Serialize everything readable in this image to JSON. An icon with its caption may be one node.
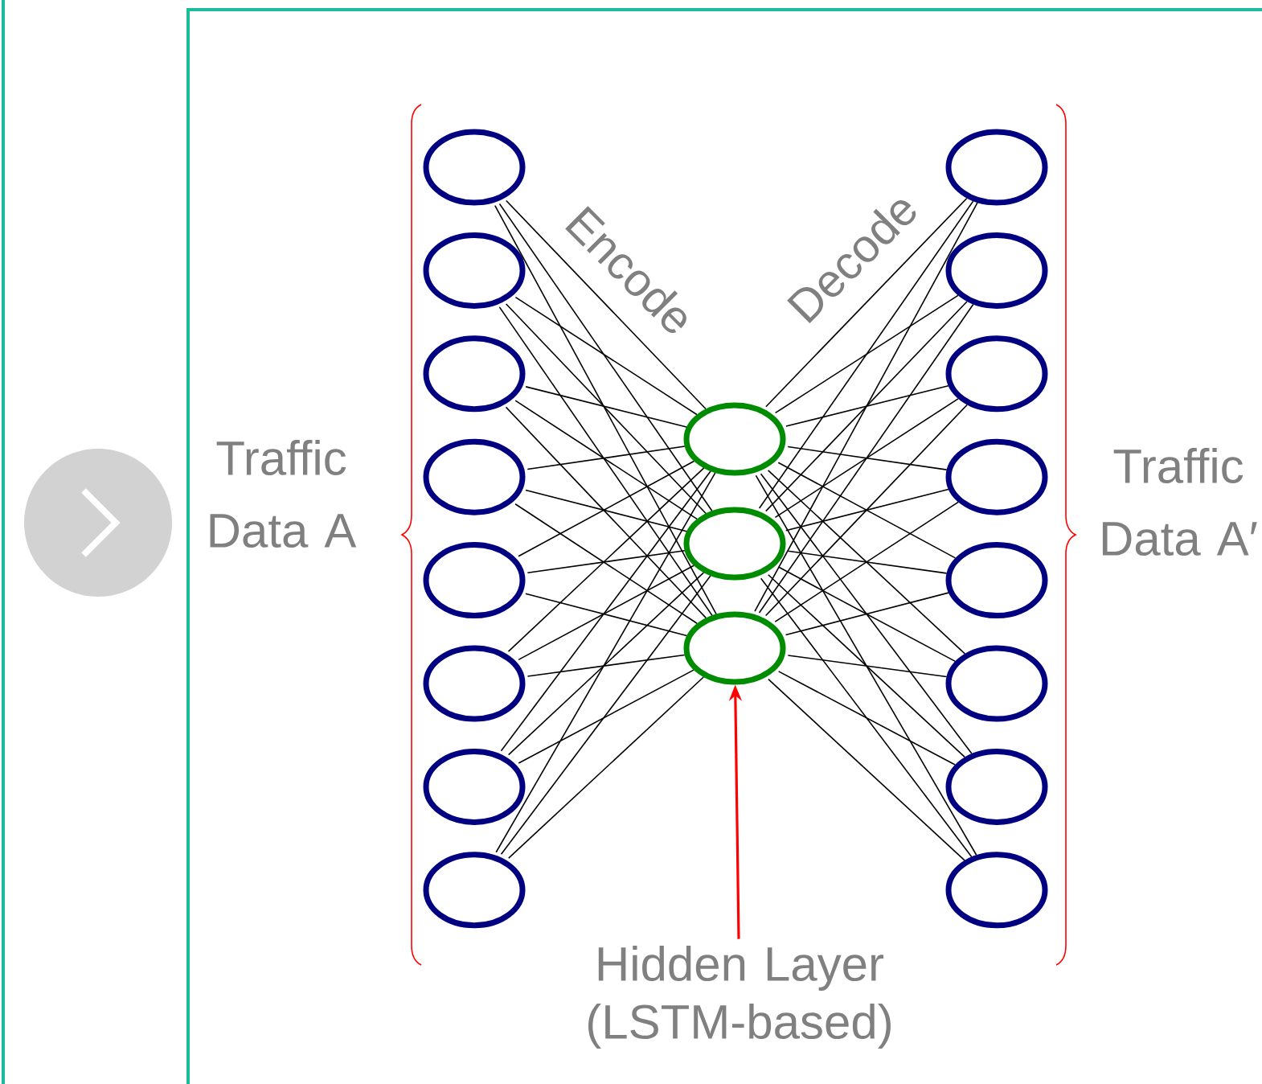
{
  "diagram": {
    "nodes": [
      {
        "text": [],
        "shape": "circle"
      },
      {
        "text": [],
        "shape": "circle"
      },
      {
        "text": [],
        "shape": "circle"
      },
      {
        "text": [],
        "shape": "circle"
      },
      {
        "text": [],
        "shape": "circle"
      },
      {
        "text": [],
        "shape": "circle"
      },
      {
        "text": [],
        "shape": "circle"
      },
      {
        "text": [],
        "shape": "circle"
      },
      {
        "text": [],
        "shape": "circle"
      },
      {
        "text": [],
        "shape": "circle"
      },
      {
        "text": [],
        "shape": "circle"
      },
      {
        "text": [],
        "shape": "circle"
      },
      {
        "text": [],
        "shape": "circle"
      },
      {
        "text": [],
        "shape": "circle"
      },
      {
        "text": [],
        "shape": "circle"
      },
      {
        "text": [],
        "shape": "circle"
      },
      {
        "text": [],
        "shape": "circle"
      },
      {
        "text": [],
        "shape": "circle"
      },
      {
        "text": [],
        "shape": "circle"
      },
      {
        "text": [
          "Hidden Layer (LSTM-based)"
        ]
      }
    ],
    "edges": [
      {
        "from": 0,
        "to": 8,
        "arrow": "none"
      },
      {
        "from": 0,
        "to": 9,
        "arrow": "none"
      },
      {
        "from": 0,
        "to": 10,
        "arrow": "none"
      },
      {
        "from": 1,
        "to": 8,
        "arrow": "none"
      },
      {
        "from": 1,
        "to": 9,
        "arrow": "none"
      },
      {
        "from": 1,
        "to": 10,
        "arrow": "none"
      },
      {
        "from": 2,
        "to": 8,
        "arrow": "none"
      },
      {
        "from": 2,
        "to": 9,
        "arrow": "none"
      },
      {
        "from": 2,
        "to": 10,
        "arrow": "none"
      },
      {
        "from": 3,
        "to": 8,
        "arrow": "none"
      },
      {
        "from": 3,
        "to": 9,
        "arrow": "none"
      },
      {
        "from": 3,
        "to": 10,
        "arrow": "none"
      },
      {
        "from": 4,
        "to": 8,
        "arrow": "none"
      },
      {
        "from": 4,
        "to": 9,
        "arrow": "none"
      },
      {
        "from": 4,
        "to": 10,
        "arrow": "none"
      },
      {
        "from": 5,
        "to": 8,
        "arrow": "none"
      },
      {
        "from": 5,
        "to": 9,
        "arrow": "none"
      },
      {
        "from": 5,
        "to": 10,
        "arrow": "none"
      },
      {
        "from": 6,
        "to": 8,
        "arrow": "none"
      },
      {
        "from": 6,
        "to": 9,
        "arrow": "none"
      },
      {
        "from": 6,
        "to": 10,
        "arrow": "none"
      },
      {
        "from": 7,
        "to": 8,
        "arrow": "none"
      },
      {
        "from": 7,
        "to": 9,
        "arrow": "none"
      },
      {
        "from": 7,
        "to": 10,
        "arrow": "none"
      },
      {
        "from": 8,
        "to": 11,
        "arrow": "none"
      },
      {
        "from": 8,
        "to": 12,
        "arrow": "none"
      },
      {
        "from": 8,
        "to": 13,
        "arrow": "none"
      },
      {
        "from": 8,
        "to": 14,
        "arrow": "none"
      },
      {
        "from": 8,
        "to": 15,
        "arrow": "none"
      },
      {
        "from": 8,
        "to": 16,
        "arrow": "none"
      },
      {
        "from": 8,
        "to": 17,
        "arrow": "none"
      },
      {
        "from": 8,
        "to": 18,
        "arrow": "none"
      },
      {
        "from": 9,
        "to": 11,
        "arrow": "none"
      },
      {
        "from": 9,
        "to": 12,
        "arrow": "none"
      },
      {
        "from": 9,
        "to": 13,
        "arrow": "none"
      },
      {
        "from": 9,
        "to": 14,
        "arrow": "none"
      },
      {
        "from": 9,
        "to": 15,
        "arrow": "none"
      },
      {
        "from": 9,
        "to": 16,
        "arrow": "none"
      },
      {
        "from": 9,
        "to": 17,
        "arrow": "none"
      },
      {
        "from": 9,
        "to": 18,
        "arrow": "none"
      },
      {
        "from": 10,
        "to": 11,
        "arrow": "none"
      },
      {
        "from": 10,
        "to": 12,
        "arrow": "none"
      },
      {
        "from": 10,
        "to": 13,
        "arrow": "none"
      },
      {
        "from": 10,
        "to": 14,
        "arrow": "none"
      },
      {
        "from": 10,
        "to": 15,
        "arrow": "none"
      },
      {
        "from": 10,
        "to": 16,
        "arrow": "none"
      },
      {
        "from": 10,
        "to": 17,
        "arrow": "none"
      },
      {
        "from": 10,
        "to": 18,
        "arrow": "none"
      },
      {
        "from": 19,
        "to": 10,
        "arrow": "to",
        "color": "#ff0000"
      }
    ],
    "labels": [
      "Traffic Data A",
      "Encode",
      "Decode",
      "Traffic Data A′"
    ]
  }
}
